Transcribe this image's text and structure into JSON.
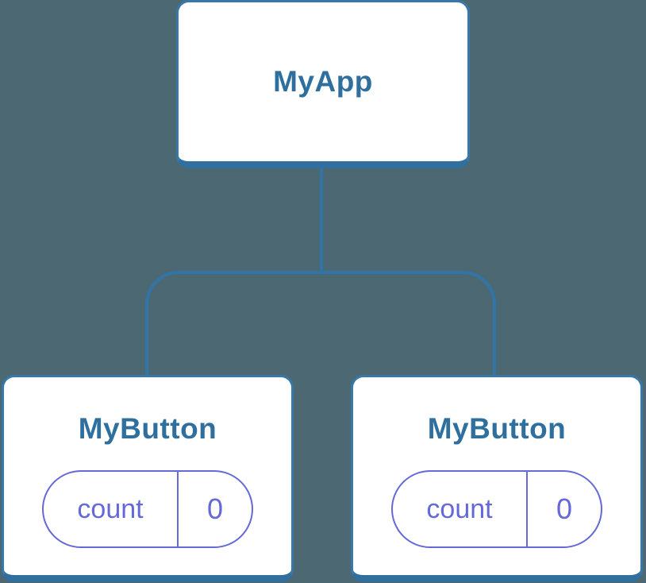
{
  "theme": {
    "background": "#4C6973",
    "line_blue": "#3174A6",
    "box_border_blue": "#3878A8",
    "box_shadow_blue": "#316F9F",
    "title_blue": "#2F6F9E",
    "state_purple": "#6569D8",
    "box_fill": "#FFFFFF"
  },
  "tree": {
    "root": {
      "label": "MyApp"
    },
    "children": [
      {
        "label": "MyButton",
        "state": {
          "name": "count",
          "value": "0"
        }
      },
      {
        "label": "MyButton",
        "state": {
          "name": "count",
          "value": "0"
        }
      }
    ]
  }
}
